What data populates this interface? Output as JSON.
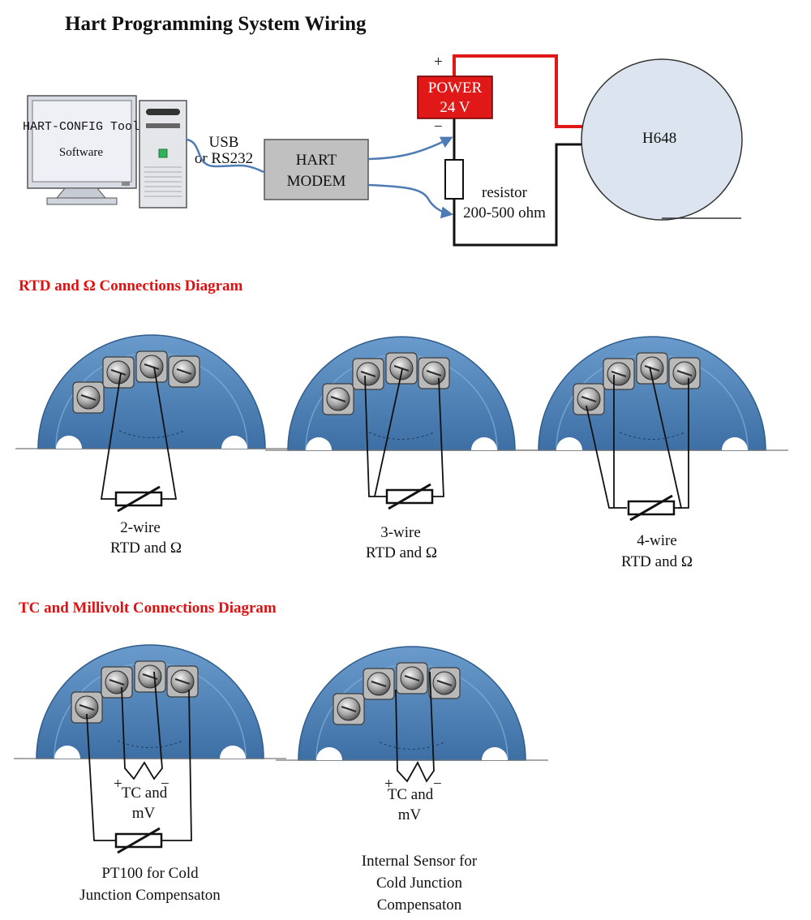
{
  "title": "Hart Programming System Wiring",
  "colors": {
    "section_red": "#e01010",
    "power_red": "#e01818",
    "wire_red": "#e01818",
    "modem_gray": "#c0c0c0",
    "wire_blue": "#4f7bb5",
    "module_blue": "#4b81b8",
    "circle_fill": "#dbe4ef"
  },
  "hart_setup": {
    "pc_screen_line1": "HART-CONFIG Tool",
    "pc_screen_line2": "Software",
    "link_line1": "USB",
    "link_line2": "or RS232",
    "modem_line1": "HART",
    "modem_line2": "MODEM",
    "power_plus": "+",
    "power_minus": "−",
    "power_line1": "POWER",
    "power_line2": "24 V",
    "resistor_line1": "resistor",
    "resistor_line2": "200-500 ohm",
    "device_label": "H648"
  },
  "rtd_section": {
    "heading": "RTD and  Ω  Connections Diagram",
    "diagrams": [
      {
        "line1": "2-wire",
        "line2": "RTD and Ω"
      },
      {
        "line1": "3-wire",
        "line2": "RTD and Ω"
      },
      {
        "line1": "4-wire",
        "line2": "RTD and Ω"
      }
    ]
  },
  "tc_section": {
    "heading": "TC and Millivolt Connections Diagram",
    "diagrams": [
      {
        "plus": "+",
        "minus": "−",
        "line1": "TC and",
        "line2": "mV",
        "caption_line1": "PT100 for  Cold",
        "caption_line2": "Junction Compensaton",
        "caption_line3": ""
      },
      {
        "plus": "+",
        "minus": "−",
        "line1": "TC and",
        "line2": "mV",
        "caption_line1": "Internal Sensor for",
        "caption_line2": "Cold Junction",
        "caption_line3": "Compensaton"
      }
    ]
  }
}
